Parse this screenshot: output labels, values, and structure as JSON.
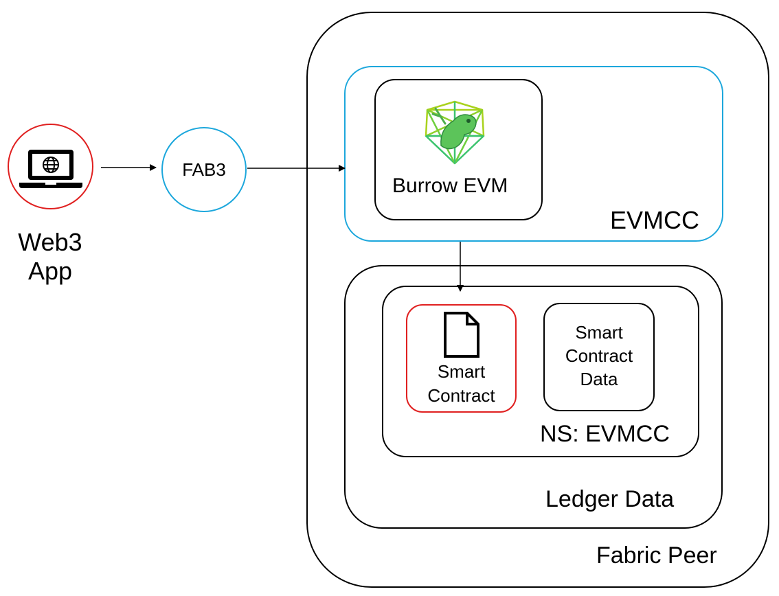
{
  "web3_app": {
    "label_line1": "Web3",
    "label_line2": "App",
    "icon": "laptop-globe-icon"
  },
  "fab3": {
    "label": "FAB3"
  },
  "fabric_peer": {
    "label": "Fabric Peer"
  },
  "evmcc": {
    "label": "EVMCC"
  },
  "burrow": {
    "label": "Burrow EVM",
    "icon": "burrow-frog-logo"
  },
  "ledger": {
    "label": "Ledger Data"
  },
  "namespace": {
    "label": "NS: EVMCC"
  },
  "smart_contract": {
    "line1": "Smart",
    "line2": "Contract",
    "icon": "document-icon"
  },
  "smart_contract_data": {
    "line1": "Smart",
    "line2": "Contract",
    "line3": "Data"
  },
  "colors": {
    "accent_blue": "#1ca7dc",
    "accent_red": "#e02020",
    "logo_green": "#3cc46e",
    "logo_lime": "#a9d21d"
  }
}
